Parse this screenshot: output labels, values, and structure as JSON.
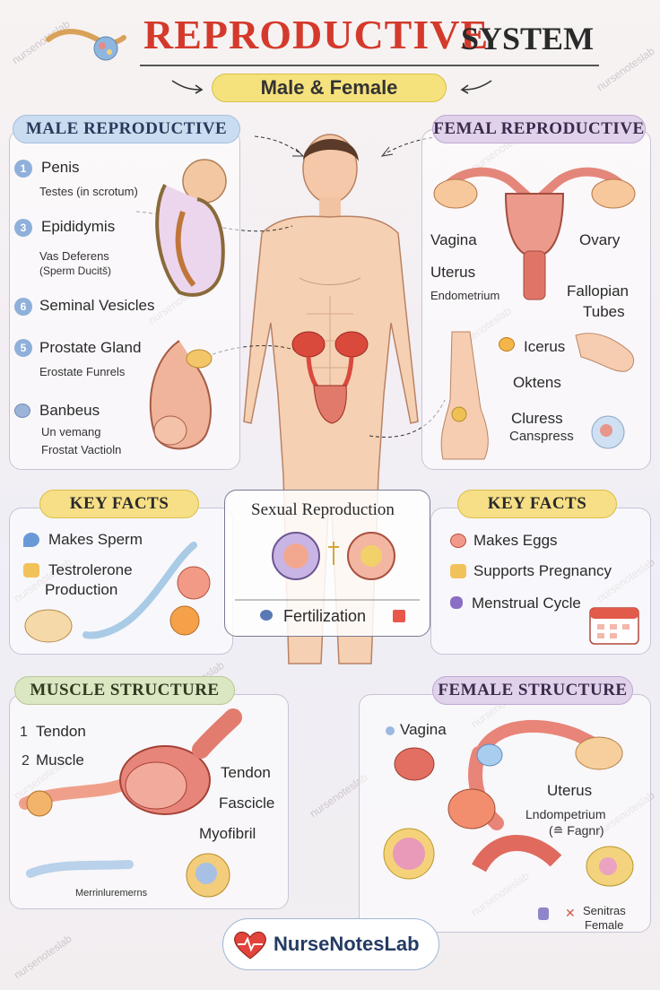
{
  "header": {
    "title_main": "REPRODUCTIVE",
    "title_rest": "SYSTEM",
    "subtitle": "Male & Female",
    "watermark": "nursenoteslab"
  },
  "male": {
    "header": "MALE REPRODUCTIVE",
    "numbers": [
      "1",
      "3",
      "6",
      "5"
    ],
    "labels": {
      "penis": "Penis",
      "testes": "Testes (in scrotum)",
      "epididymis": "Epididymis",
      "vas1": "Vas Deferens",
      "vas2": "(Sperm Ducitš)",
      "seminal": "Seminal Vesicles",
      "prostate": "Prostate Gland",
      "prostate_sub": "Erostate Funrels",
      "banbeus": "Banbeus",
      "banbeus_sub1": "Un vemang",
      "banbeus_sub2": "Frostat Vactioln"
    }
  },
  "female": {
    "header": "FEMAL REPRODUCTIVE",
    "labels": {
      "vagina": "Vagina",
      "ovary": "Ovary",
      "uterus": "Uterus",
      "endometrium": "Endometrium",
      "fallopian1": "Fallopian",
      "fallopian2": "Tubes",
      "icerus": "Icerus",
      "oktens": "Oktens",
      "cluress": "Cluress",
      "canspress": "Canspress"
    }
  },
  "key_left": {
    "header": "KEY FACTS",
    "items": [
      "Makes Sperm",
      "Testrolerone",
      "Production"
    ]
  },
  "center": {
    "title": "Sexual Reproduction",
    "fert": "Fertilization"
  },
  "key_right": {
    "header": "KEY FACTS",
    "items": [
      "Makes Eggs",
      "Supports Pregnancy",
      "Menstrual Cycle"
    ]
  },
  "muscle": {
    "header": "MUSCLE STRUCTURE",
    "n1": "1",
    "tendon1": "Tendon",
    "n2": "2",
    "muscle": "Muscle",
    "tendon2": "Tendon",
    "fascicle": "Fascicle",
    "myofibril": "Myofibril",
    "caption": "Merrinluremerns"
  },
  "fstruct": {
    "header": "FEMALE STRUCTURE",
    "vagina": "Vagina",
    "uterus": "Uterus",
    "endo1": "Lndompetrium",
    "endo2": "(≘ Fagnr)",
    "sen1": "Senitras",
    "sen2": "Female"
  },
  "logo": {
    "text": "NurseNotesLab"
  },
  "colors": {
    "accent_red": "#d43a2c",
    "blue_header": "#c9dcf0",
    "purple_header": "#e0d2ea",
    "yellow_header": "#f6df86",
    "green_header": "#dbe6c3"
  }
}
